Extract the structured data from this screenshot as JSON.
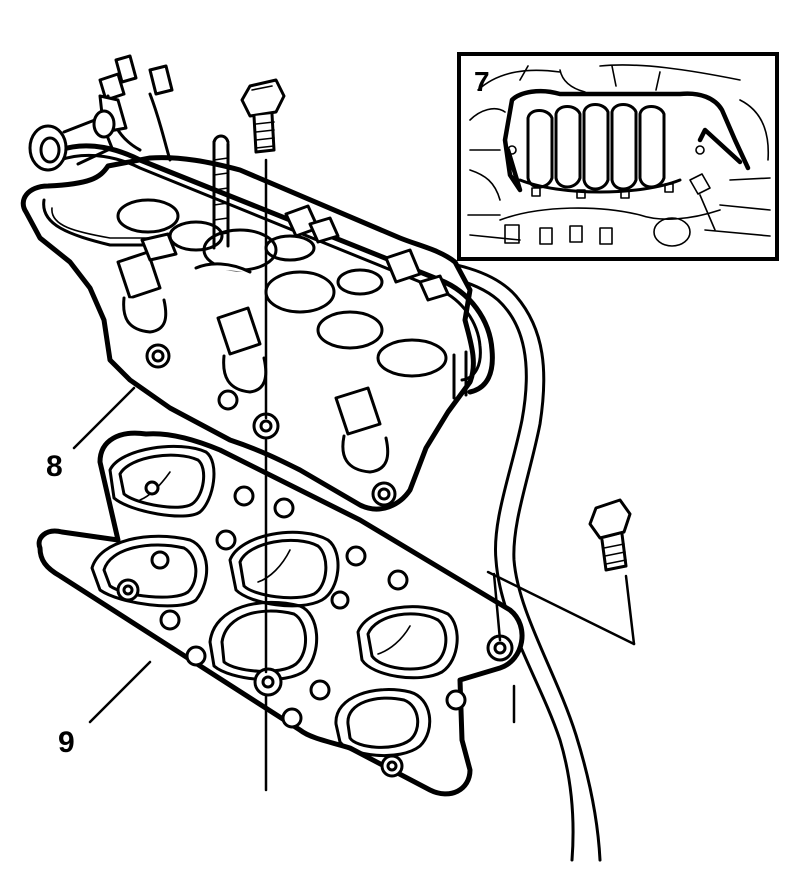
{
  "figure": {
    "callouts": {
      "inset": "7",
      "upper_manifold": "8",
      "gasket": "9"
    }
  }
}
